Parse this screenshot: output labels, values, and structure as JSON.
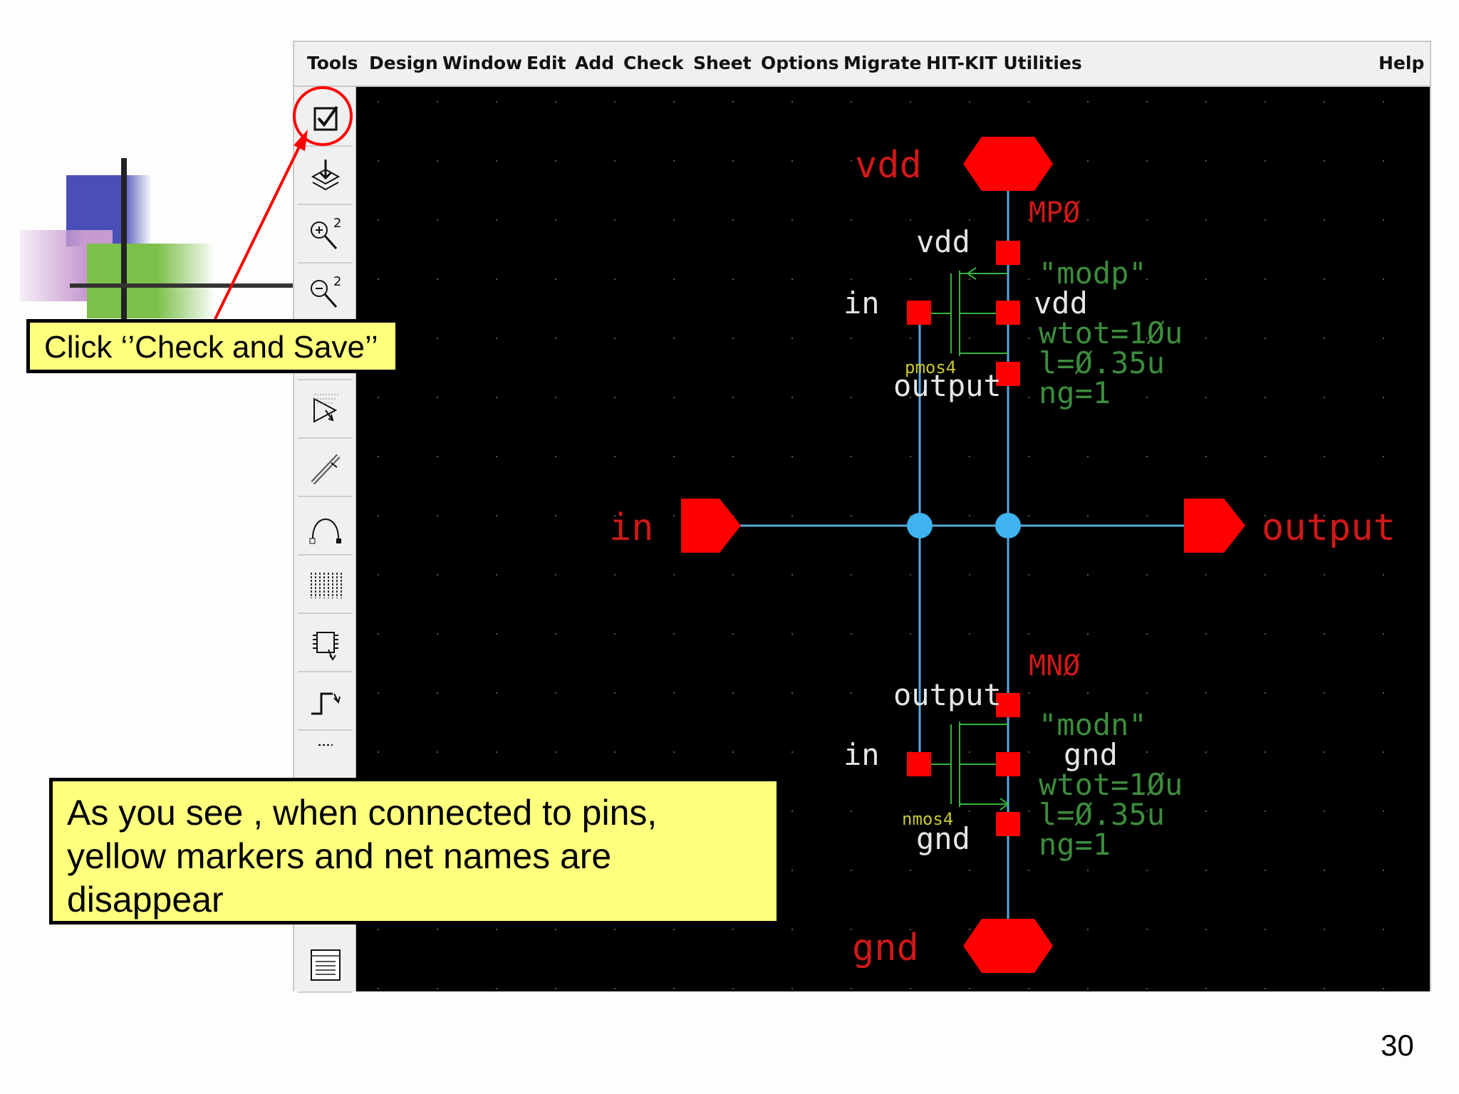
{
  "menubar": {
    "items": [
      "Tools",
      "Design",
      "Window",
      "Edit",
      "Add",
      "Check",
      "Sheet",
      "Options",
      "Migrate",
      "HIT-KIT Utilities"
    ],
    "help": "Help"
  },
  "toolbar": {
    "tools": [
      {
        "icon": "check-and-save-icon"
      },
      {
        "icon": "save-icon"
      },
      {
        "icon": "zoom-in-icon",
        "label": "2"
      },
      {
        "icon": "zoom-out-icon",
        "label": "2"
      },
      {
        "icon": "stretch-icon"
      },
      {
        "icon": "instance-icon"
      },
      {
        "icon": "wire-icon"
      },
      {
        "icon": "wire-arc-icon"
      },
      {
        "icon": "label-icon"
      },
      {
        "icon": "pin-icon"
      },
      {
        "icon": "step-icon"
      },
      {
        "icon": "undo-icon"
      },
      {
        "icon": "property-icon"
      }
    ]
  },
  "schematic": {
    "pins": {
      "vdd": "vdd",
      "gnd": "gnd",
      "in": "in",
      "output": "output"
    },
    "pmos": {
      "instance": "MPØ",
      "model": "\"modp\"",
      "cell": "pmos4",
      "gate_net": "in",
      "drain_net": "output",
      "source_net": "vdd",
      "bulk_net": "vdd",
      "wtot": "wtot=1Øu",
      "l": "l=Ø.35u",
      "ng": "ng=1"
    },
    "nmos": {
      "instance": "MNØ",
      "model": "\"modn\"",
      "cell": "nmos4",
      "gate_net": "in",
      "drain_net": "output",
      "source_net": "gnd",
      "bulk_net": "gnd",
      "wtot": "wtot=1Øu",
      "l": "l=Ø.35u",
      "ng": "ng=1"
    },
    "colors": {
      "background": "#000000",
      "pin": "#ff0000",
      "pin_label": "#d01818",
      "wire": "#5aa8e0",
      "net_label": "#e6e6e6",
      "device": "#34b43c",
      "parameter": "#3c8c3c",
      "cell_name": "#c8c832"
    }
  },
  "callouts": {
    "check_and_save": "Click ‘’Check and Save’’",
    "note": "As you see , when connected to pins, yellow markers and net names are disappear",
    "colors": {
      "fill": "#ffff7e",
      "border": "#000000",
      "highlight": "#ff0000"
    }
  },
  "page_number": "30"
}
